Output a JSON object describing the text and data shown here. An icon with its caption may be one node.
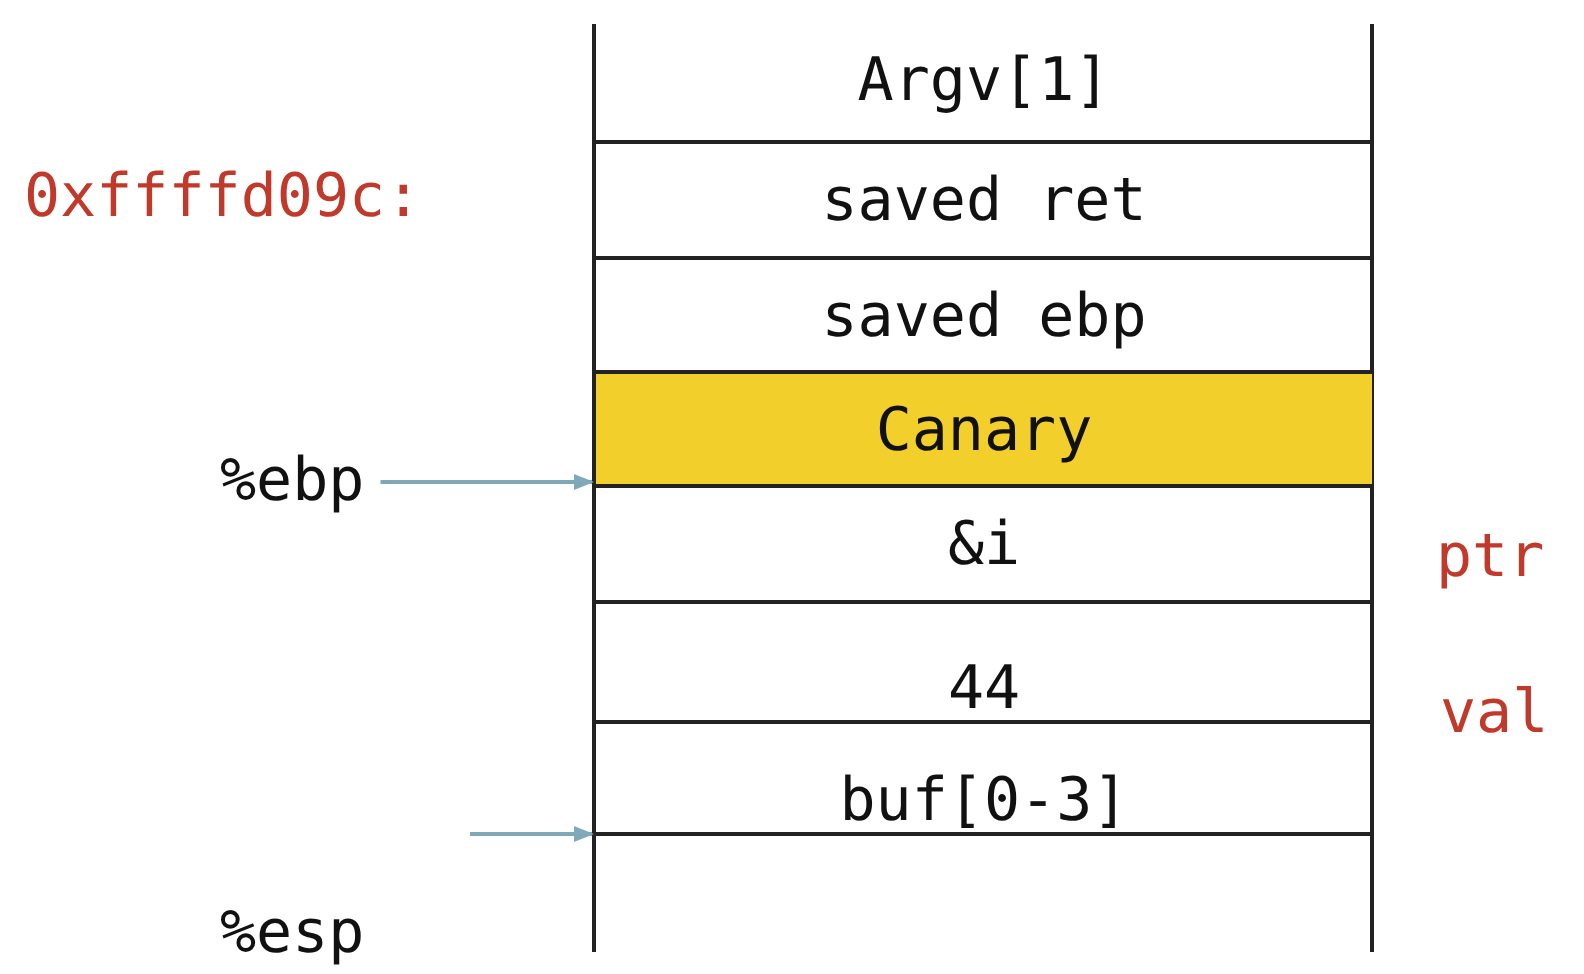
{
  "diagram": {
    "nodes": [
      {
        "text": [
          "Argv[1]"
        ]
      },
      {
        "text": [
          "saved ret"
        ]
      },
      {
        "text": [
          "saved ebp"
        ]
      },
      {
        "text": [
          "Canary"
        ]
      },
      {
        "text": [
          "&i"
        ]
      },
      {
        "text": [
          "44"
        ]
      },
      {
        "text": [
          "buf[0-3]"
        ]
      },
      {
        "text": [
          "%ebp"
        ]
      }
    ],
    "edges": [
      {
        "from": 7,
        "to": 3,
        "arrow": "to"
      },
      {
        "from": null,
        "to": 6,
        "arrow": "to"
      }
    ],
    "labels": [
      "0xffffd09c:",
      "ptr",
      "val",
      "%esp"
    ]
  }
}
